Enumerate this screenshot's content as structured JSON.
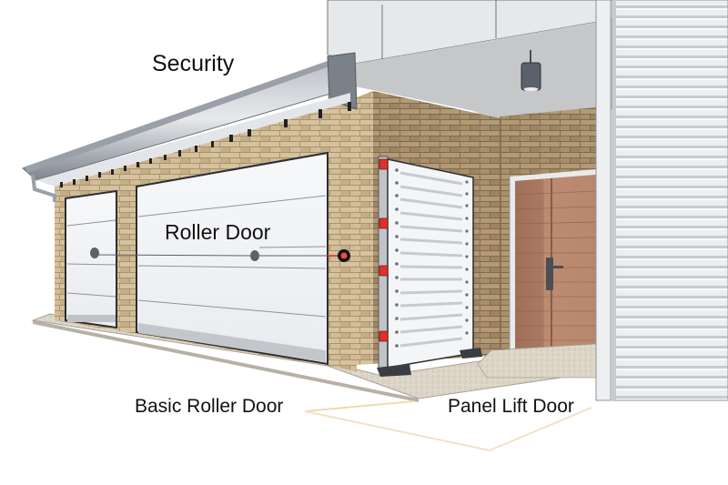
{
  "illustration": {
    "subject": "garage building with door types",
    "labels": {
      "security": "Security",
      "roller_door": "Roller Door",
      "basic_roller_door": "Basic Roller Door",
      "panel_lift_door": "Panel Lift Door"
    },
    "colors": {
      "background": "#ffffff",
      "brick": "#c9b48f",
      "brick_dark": "#a89270",
      "door_white": "#f2f3f5",
      "door_line": "#9a9ea4",
      "gutter": "#8e949b",
      "ceiling": "#c8c9cb",
      "wall_panel": "#e6e7e8",
      "wood_door": "#b7846a",
      "security_red": "#e0302a",
      "leader_line": "#f1d9b0",
      "floor": "#dcd6ca",
      "shutter": "#dfe2e5"
    }
  }
}
